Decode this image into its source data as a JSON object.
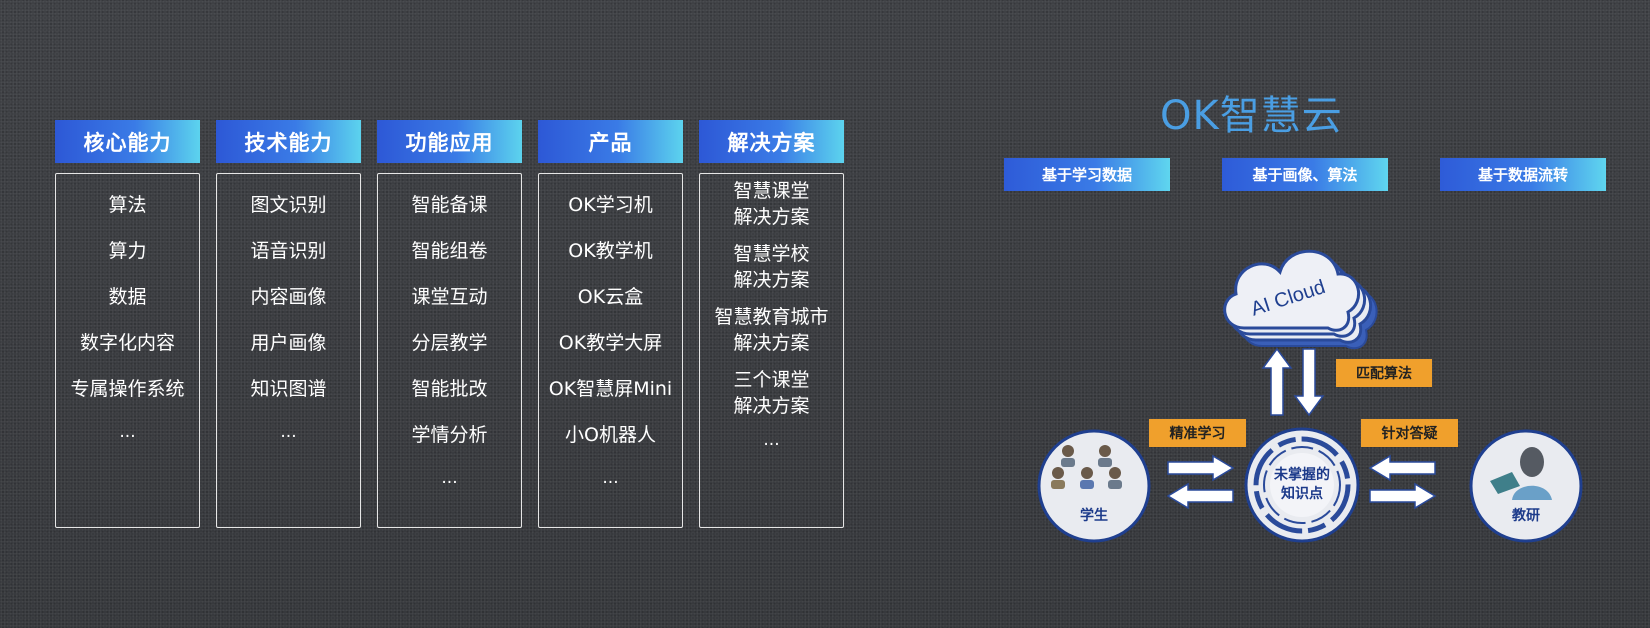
{
  "columns": [
    {
      "title": "核心能力",
      "items": [
        "算法",
        "算力",
        "数据",
        "数字化内容",
        "专属操作系统"
      ],
      "more": "..."
    },
    {
      "title": "技术能力",
      "items": [
        "图文识别",
        "语音识别",
        "内容画像",
        "用户画像",
        "知识图谱"
      ],
      "more": "..."
    },
    {
      "title": "功能应用",
      "items": [
        "智能备课",
        "智能组卷",
        "课堂互动",
        "分层教学",
        "智能批改",
        "学情分析"
      ],
      "more": "..."
    },
    {
      "title": "产品",
      "items": [
        "OK学习机",
        "OK教学机",
        "OK云盒",
        "OK教学大屏",
        "OK智慧屏Mini",
        "小O机器人"
      ],
      "more": "..."
    },
    {
      "title": "解决方案",
      "items": [
        "智慧课堂\n解决方案",
        "智慧学校\n解决方案",
        "智慧教育城市\n解决方案",
        "三个课堂\n解决方案"
      ],
      "more": "..."
    }
  ],
  "diagram": {
    "title": "OK智慧云",
    "basis": [
      "基于学习数据",
      "基于画像、算法",
      "基于数据流转"
    ],
    "cloud_label": "AI Cloud",
    "match_label": "匹配算法",
    "left_arrow_label": "精准学习",
    "right_arrow_label": "针对答疑",
    "center_node": "未掌握的\n知识点",
    "student_label": "学生",
    "teacher_label": "教研",
    "colors": {
      "accent_blue": "#4a9ee3",
      "node_border": "#1f3f8f",
      "tag_orange": "#f0a02c"
    }
  }
}
